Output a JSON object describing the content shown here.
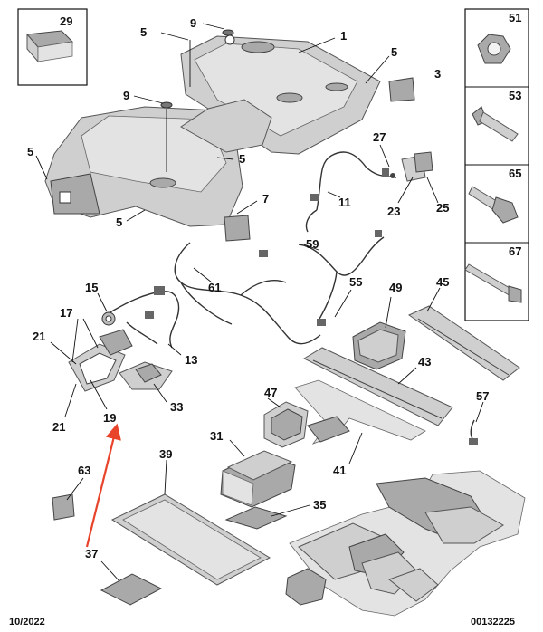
{
  "labels": {
    "l1": "1",
    "l3": "3",
    "l5a": "5",
    "l5b": "5",
    "l5c": "5",
    "l5d": "5",
    "l5e": "5",
    "l7": "7",
    "l9a": "9",
    "l9b": "9",
    "l11": "11",
    "l13": "13",
    "l15": "15",
    "l17": "17",
    "l19": "19",
    "l21a": "21",
    "l21b": "21",
    "l23": "23",
    "l25": "25",
    "l27": "27",
    "l29": "29",
    "l31": "31",
    "l33": "33",
    "l35": "35",
    "l37": "37",
    "l39": "39",
    "l41": "41",
    "l43": "43",
    "l45": "45",
    "l47": "47",
    "l49": "49",
    "l51": "51",
    "l53": "53",
    "l55": "55",
    "l57": "57",
    "l59": "59",
    "l61": "61",
    "l63": "63",
    "l65": "65",
    "l67": "67"
  },
  "footer": {
    "date": "10/2022",
    "ref": "00132225"
  },
  "colors": {
    "highlight_arrow": "#e8432b",
    "part_fill": "#cfcfcf",
    "line": "#111111"
  }
}
